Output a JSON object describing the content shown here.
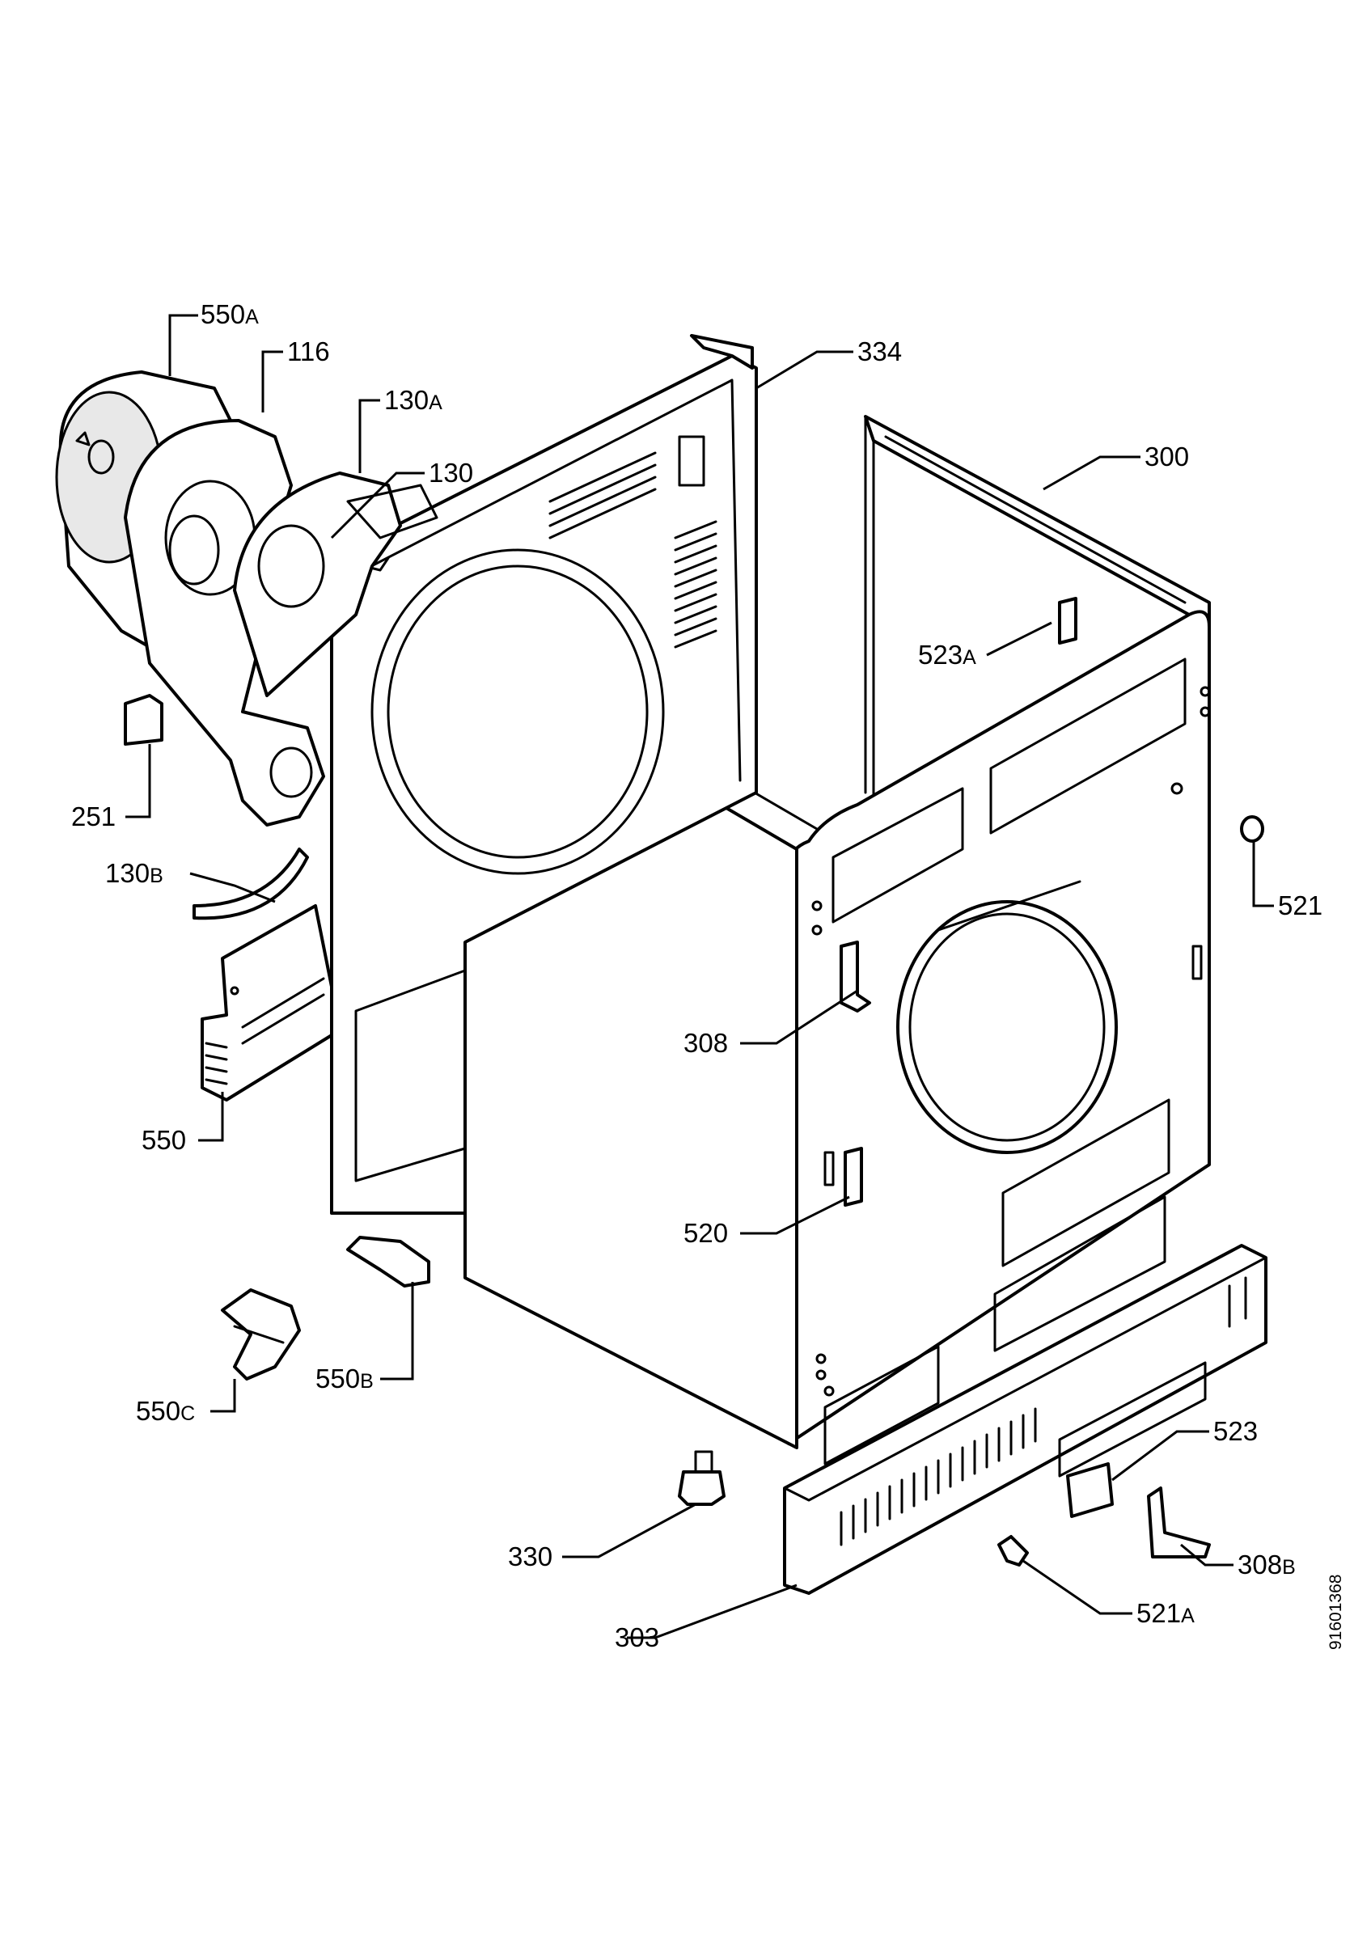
{
  "document_id": "91601368",
  "labels": {
    "l550A": {
      "num": "550",
      "suffix": "A"
    },
    "l116": {
      "num": "116",
      "suffix": ""
    },
    "l130A": {
      "num": "130",
      "suffix": "A"
    },
    "l130": {
      "num": "130",
      "suffix": ""
    },
    "l334": {
      "num": "334",
      "suffix": ""
    },
    "l300": {
      "num": "300",
      "suffix": ""
    },
    "l523A": {
      "num": "523",
      "suffix": "A"
    },
    "l251": {
      "num": "251",
      "suffix": ""
    },
    "l130B": {
      "num": "130",
      "suffix": "B"
    },
    "l521": {
      "num": "521",
      "suffix": ""
    },
    "l308": {
      "num": "308",
      "suffix": ""
    },
    "l550": {
      "num": "550",
      "suffix": ""
    },
    "l520": {
      "num": "520",
      "suffix": ""
    },
    "l550B": {
      "num": "550",
      "suffix": "B"
    },
    "l550C": {
      "num": "550",
      "suffix": "C"
    },
    "l523": {
      "num": "523",
      "suffix": ""
    },
    "l330": {
      "num": "330",
      "suffix": ""
    },
    "l308B": {
      "num": "308",
      "suffix": "B"
    },
    "l303": {
      "num": "303",
      "suffix": ""
    },
    "l521A": {
      "num": "521",
      "suffix": "A"
    }
  }
}
